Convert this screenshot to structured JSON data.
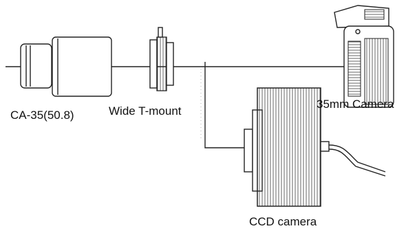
{
  "labels": {
    "adapter": "CA-35(50.8)",
    "tmount": "Wide T-mount",
    "camera35": "35mm Camera",
    "ccd": "CCD camera"
  },
  "colors": {
    "ink": "#222222",
    "background": "#ffffff"
  }
}
